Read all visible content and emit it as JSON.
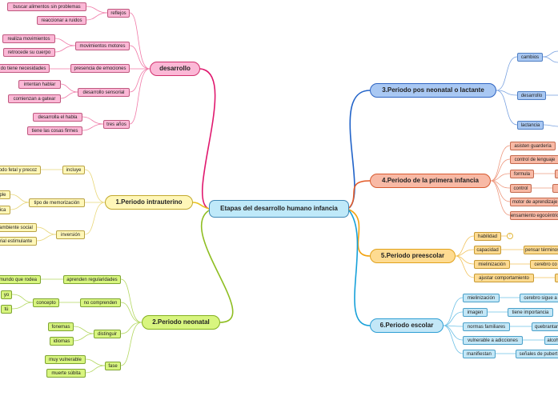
{
  "center": "Etapas del desarrollo humano infancia",
  "left": {
    "desarrollo": {
      "title": "desarrollo",
      "reflejos": "reflejos",
      "reflejos_items": [
        "buscar alimentos sin problemas",
        "reaccionar a ruidos"
      ],
      "motores": "movimientos motores",
      "motores_items": [
        "realiza movimientos",
        "retrocede su cuerpo"
      ],
      "emociones": "presencia de emociones",
      "emociones_item": "do tiene necesidades",
      "sensorial": "desarrollo sensorial",
      "sensorial_items": [
        "intentan hablar",
        "comienzan a gatear"
      ],
      "tres": "tres años",
      "tres_items": [
        "desarrolla el habla",
        "tiene las cosas firmes"
      ]
    },
    "intrauterino": {
      "title": "1.Periodo intrauterino",
      "incluye": "incluye",
      "incluye_item": "odo fetal y precoz",
      "memorizacion": "tipo de memorización",
      "memorizacion_items": [
        "ple",
        "ica"
      ],
      "inversion": "inversión",
      "inversion_items": [
        "ambiente social",
        "rial estimulante"
      ]
    },
    "neonatal": {
      "title": "2.Periodo neonatal",
      "regularidades": "aprenden regularidades",
      "regularidades_item": "mundo que rodea",
      "no_comprenden": "no comprenden",
      "concepto": "concepto",
      "concepto_items": [
        "yo",
        "tú"
      ],
      "distinguir": "distinguir",
      "distinguir_items": [
        "fonemas",
        "idiomas"
      ],
      "fase": "fase",
      "fase_items": [
        "muy vulnerable",
        "muerte súbita"
      ]
    }
  },
  "right": {
    "p3": {
      "title": "3.Periodo pos neonatal o lactante",
      "items": [
        "cambios",
        "desarrollo",
        "lactancia"
      ]
    },
    "p4": {
      "title": "4.Periodo de la primera infancia",
      "items": [
        "asisten guardería",
        "control de lenguaje",
        "formula",
        "control",
        "motor de aprendizaje",
        "pensamiento egocéntrico"
      ]
    },
    "p5": {
      "title": "5.Periodo preescolar",
      "items": [
        "habilidad",
        "capacidad",
        "mielinización",
        "ajustar comportamiento"
      ],
      "badge": "!",
      "sub": [
        "pensar términos",
        "cerebro co"
      ]
    },
    "p6": {
      "title": "6.Periodo escolar",
      "items": [
        "mielinización",
        "imagen",
        "normas familiares",
        "vulnerable a adicciones",
        "manifiestan"
      ],
      "sub": [
        "cerebro sigue a",
        "tiene importancia",
        "quebrantar",
        "alcoh",
        "señales de pubert"
      ]
    }
  }
}
